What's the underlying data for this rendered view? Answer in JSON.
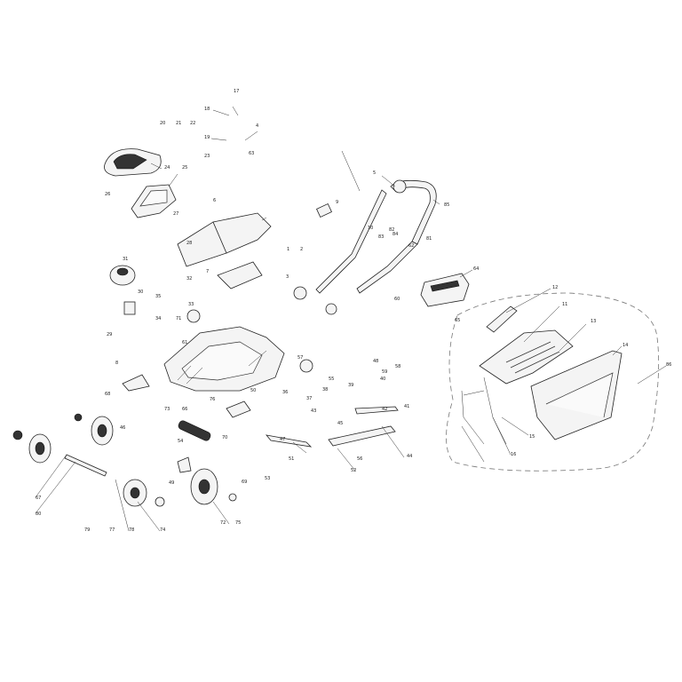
{
  "diagram": {
    "callouts": [
      "1",
      "2",
      "3",
      "4",
      "5",
      "6",
      "7",
      "8",
      "9",
      "10",
      "11",
      "12",
      "13",
      "14",
      "15",
      "16",
      "17",
      "18",
      "19",
      "20",
      "21",
      "22",
      "23",
      "24",
      "25",
      "26",
      "27",
      "28",
      "29",
      "30",
      "31",
      "32",
      "33",
      "34",
      "35",
      "36",
      "37",
      "38",
      "39",
      "40",
      "41",
      "42",
      "43",
      "44",
      "45",
      "46",
      "47",
      "48",
      "49",
      "50",
      "51",
      "52",
      "53",
      "54",
      "55",
      "56",
      "57",
      "58",
      "59",
      "60",
      "61",
      "62",
      "63",
      "64",
      "65",
      "66",
      "67",
      "68",
      "69",
      "70",
      "71",
      "72",
      "73",
      "74",
      "75",
      "76",
      "77",
      "78",
      "79",
      "80",
      "81",
      "82",
      "83",
      "84",
      "85",
      "86"
    ]
  }
}
